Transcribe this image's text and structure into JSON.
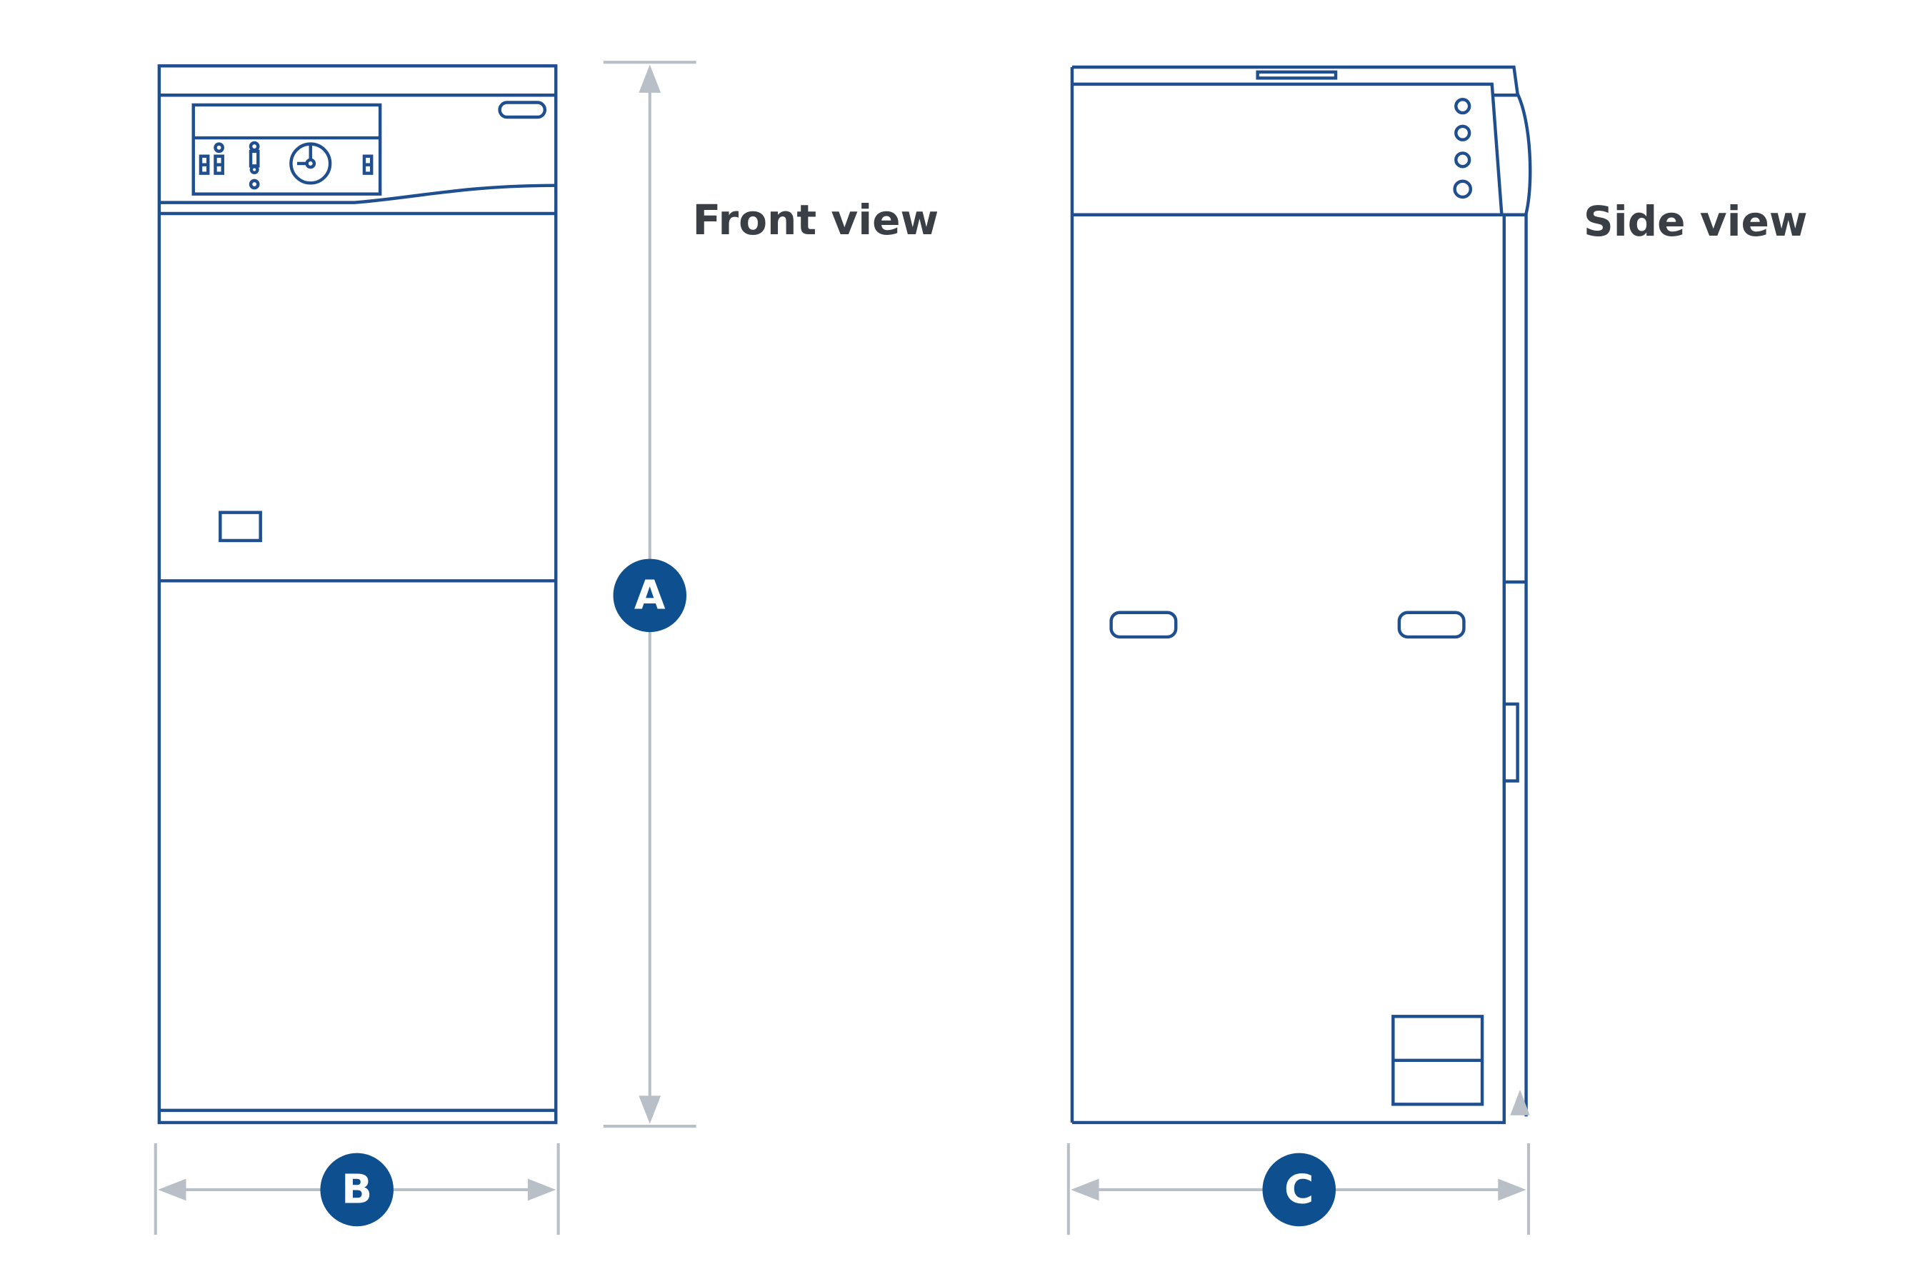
{
  "labels": {
    "front_view": "Front view",
    "side_view": "Side view"
  },
  "dimensions": {
    "height": "A",
    "width": "B",
    "depth": "C"
  },
  "colors": {
    "outline": "#1f4f8f",
    "dimension_line": "#b9bfc7",
    "badge": "#0d4f8f",
    "label_text": "#3a3f46"
  }
}
